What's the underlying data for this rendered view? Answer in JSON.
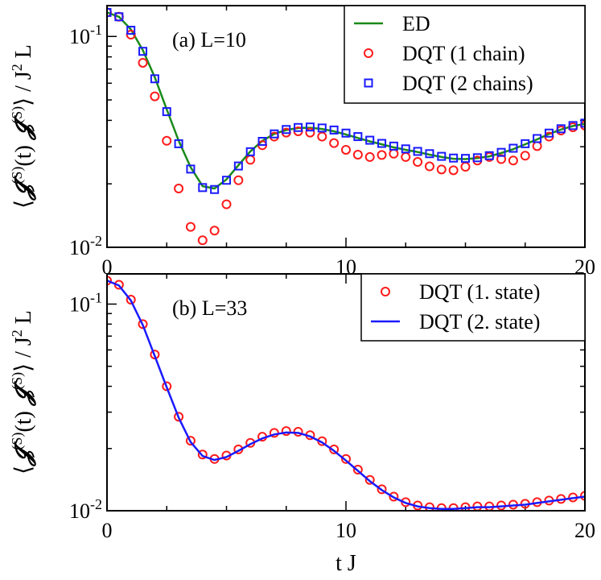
{
  "chart_data": [
    {
      "type": "line",
      "panel_label": "(a) L=10",
      "ylabel": "⟨𝓙(S)(t) 𝓙(S)⟩ / J2 L",
      "xlim": [
        0,
        20
      ],
      "ylim": [
        0.01,
        0.14
      ],
      "yscale": "log",
      "x_ticks": [
        0,
        10,
        20
      ],
      "y_ticks": [
        {
          "base": "10",
          "exp": "-1",
          "value": 0.1
        },
        {
          "base": "10",
          "exp": "-2",
          "value": 0.01
        }
      ],
      "legend_position": "top-right",
      "series": [
        {
          "name": "ED",
          "style": "line",
          "color": "#1a8a1a",
          "x": [
            0,
            0.5,
            1,
            1.5,
            2,
            2.5,
            3,
            3.5,
            4,
            4.5,
            5,
            5.5,
            6,
            6.5,
            7,
            7.5,
            8,
            8.5,
            9,
            9.5,
            10,
            10.5,
            11,
            11.5,
            12,
            12.5,
            13,
            13.5,
            14,
            14.5,
            15,
            15.5,
            16,
            16.5,
            17,
            17.5,
            18,
            18.5,
            19,
            19.5,
            20
          ],
          "y": [
            0.13,
            0.124,
            0.108,
            0.086,
            0.064,
            0.045,
            0.032,
            0.024,
            0.0195,
            0.019,
            0.021,
            0.0245,
            0.0285,
            0.032,
            0.0345,
            0.036,
            0.0368,
            0.0369,
            0.0364,
            0.0355,
            0.0343,
            0.033,
            0.0318,
            0.0308,
            0.0298,
            0.029,
            0.0283,
            0.0275,
            0.0268,
            0.0263,
            0.0262,
            0.0265,
            0.027,
            0.028,
            0.0292,
            0.0308,
            0.0325,
            0.0345,
            0.0362,
            0.0376,
            0.0385
          ]
        },
        {
          "name": "DQT (1 chain)",
          "style": "circle",
          "color": "#ff1a1a",
          "x": [
            0,
            0.5,
            1,
            1.5,
            2,
            2.5,
            3,
            3.5,
            4,
            4.5,
            5,
            5.5,
            6,
            6.5,
            7,
            7.5,
            8,
            8.5,
            9,
            9.5,
            10,
            10.5,
            11,
            11.5,
            12,
            12.5,
            13,
            13.5,
            14,
            14.5,
            15,
            15.5,
            16,
            16.5,
            17,
            17.5,
            18,
            18.5,
            19,
            19.5,
            20
          ],
          "y": [
            0.13,
            0.124,
            0.102,
            0.075,
            0.052,
            0.032,
            0.019,
            0.0125,
            0.0108,
            0.012,
            0.016,
            0.0208,
            0.026,
            0.0305,
            0.0335,
            0.035,
            0.0355,
            0.035,
            0.0335,
            0.0312,
            0.029,
            0.0275,
            0.0268,
            0.0274,
            0.0278,
            0.0268,
            0.0254,
            0.0242,
            0.0234,
            0.0232,
            0.0241,
            0.0258,
            0.0268,
            0.0262,
            0.0258,
            0.0272,
            0.0302,
            0.0335,
            0.0358,
            0.0371,
            0.0378
          ]
        },
        {
          "name": "DQT (2 chains)",
          "style": "square",
          "color": "#1a1aff",
          "x": [
            0,
            0.5,
            1,
            1.5,
            2,
            2.5,
            3,
            3.5,
            4,
            4.5,
            5,
            5.5,
            6,
            6.5,
            7,
            7.5,
            8,
            8.5,
            9,
            9.5,
            10,
            10.5,
            11,
            11.5,
            12,
            12.5,
            13,
            13.5,
            14,
            14.5,
            15,
            15.5,
            16,
            16.5,
            17,
            17.5,
            18,
            18.5,
            19,
            19.5,
            20
          ],
          "y": [
            0.13,
            0.124,
            0.107,
            0.085,
            0.063,
            0.044,
            0.031,
            0.0235,
            0.0192,
            0.0188,
            0.0208,
            0.0243,
            0.0284,
            0.0318,
            0.0345,
            0.0362,
            0.037,
            0.0372,
            0.0368,
            0.036,
            0.0348,
            0.0335,
            0.0322,
            0.0311,
            0.0302,
            0.0293,
            0.0285,
            0.0278,
            0.027,
            0.0265,
            0.0264,
            0.0266,
            0.0272,
            0.0282,
            0.0295,
            0.031,
            0.0328,
            0.0348,
            0.0365,
            0.0378,
            0.0388
          ]
        }
      ]
    },
    {
      "type": "line",
      "panel_label": "(b) L=33",
      "xlabel": "t J",
      "ylabel": "⟨𝓙(S)(t) 𝓙(S)⟩ / J2 L",
      "xlim": [
        0,
        20
      ],
      "ylim": [
        0.01,
        0.14
      ],
      "yscale": "log",
      "x_ticks": [
        0,
        10,
        20
      ],
      "y_ticks": [
        {
          "base": "10",
          "exp": "-1",
          "value": 0.1
        },
        {
          "base": "10",
          "exp": "-2",
          "value": 0.01
        }
      ],
      "legend_position": "top-right",
      "series": [
        {
          "name": "DQT (1. state)",
          "style": "circle",
          "color": "#ff1a1a",
          "x": [
            0,
            0.5,
            1,
            1.5,
            2,
            2.5,
            3,
            3.5,
            4,
            4.5,
            5,
            5.5,
            6,
            6.5,
            7,
            7.5,
            8,
            8.5,
            9,
            9.5,
            10,
            10.5,
            11,
            11.5,
            12,
            12.5,
            13,
            13.5,
            14,
            14.5,
            15,
            15.5,
            16,
            16.5,
            17,
            17.5,
            18,
            18.5,
            19,
            19.5,
            20
          ],
          "y": [
            0.13,
            0.124,
            0.105,
            0.08,
            0.057,
            0.04,
            0.0285,
            0.0218,
            0.0187,
            0.0178,
            0.0185,
            0.0198,
            0.0213,
            0.0228,
            0.0238,
            0.0243,
            0.0241,
            0.0232,
            0.0217,
            0.0198,
            0.0178,
            0.0158,
            0.0141,
            0.0127,
            0.0117,
            0.011,
            0.0106,
            0.0104,
            0.0103,
            0.0103,
            0.0104,
            0.0105,
            0.0105,
            0.0106,
            0.0107,
            0.0108,
            0.011,
            0.0112,
            0.0114,
            0.0116,
            0.0118
          ]
        },
        {
          "name": "DQT (2. state)",
          "style": "line",
          "color": "#1a1aff",
          "x": [
            0,
            0.5,
            1,
            1.5,
            2,
            2.5,
            3,
            3.5,
            4,
            4.5,
            5,
            5.5,
            6,
            6.5,
            7,
            7.5,
            8,
            8.5,
            9,
            9.5,
            10,
            10.5,
            11,
            11.5,
            12,
            12.5,
            13,
            13.5,
            14,
            14.5,
            15,
            15.5,
            16,
            16.5,
            17,
            17.5,
            18,
            18.5,
            19,
            19.5,
            20
          ],
          "y": [
            0.13,
            0.123,
            0.104,
            0.079,
            0.056,
            0.0395,
            0.0282,
            0.0215,
            0.0184,
            0.0176,
            0.0182,
            0.0195,
            0.021,
            0.0224,
            0.0234,
            0.0239,
            0.0238,
            0.0229,
            0.0214,
            0.0195,
            0.0175,
            0.0156,
            0.0139,
            0.0126,
            0.0116,
            0.0109,
            0.0105,
            0.0103,
            0.0102,
            0.0102,
            0.0103,
            0.0104,
            0.0104,
            0.0105,
            0.0106,
            0.0107,
            0.0109,
            0.0111,
            0.0113,
            0.0115,
            0.0117
          ]
        }
      ]
    }
  ]
}
